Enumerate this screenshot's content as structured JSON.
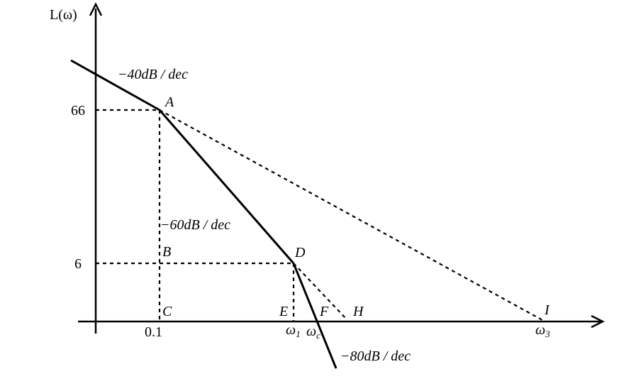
{
  "axes": {
    "y_label": "L(ω)",
    "y_tick_66": "66",
    "y_tick_6": "6",
    "x_tick_01": "0.1"
  },
  "points": {
    "A": "A",
    "B": "B",
    "C": "C",
    "D": "D",
    "E": "E",
    "F": "F",
    "H": "H",
    "I": "I"
  },
  "x_marks": {
    "omega1": "ω",
    "omega1_sub": "1",
    "omegac": "ω",
    "omegac_sub": "c",
    "omega3": "ω",
    "omega3_sub": "3"
  },
  "slopes": {
    "s1": "−40dB / dec",
    "s2": "−60dB / dec",
    "s3": "−80dB / dec"
  }
}
